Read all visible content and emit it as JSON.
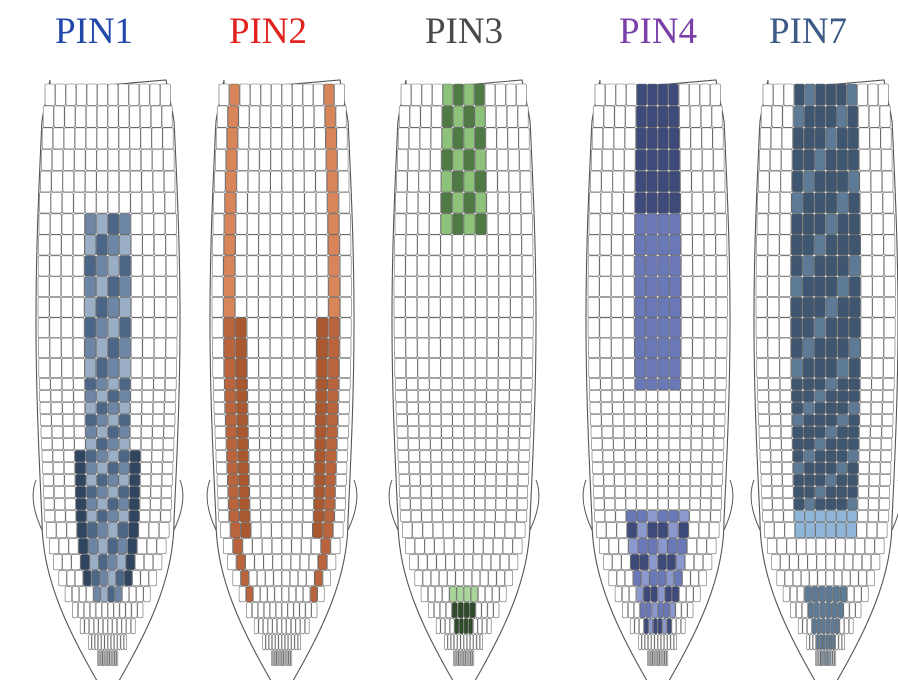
{
  "panels": [
    {
      "id": "pin1",
      "label": "PIN1",
      "label_color": "#2147a8",
      "fill_colors": [
        "#4c6688",
        "#6d86a6",
        "#9aaec6",
        "#2f4560"
      ]
    },
    {
      "id": "pin2",
      "label": "PIN2",
      "label_color": "#e0231e",
      "fill_colors": [
        "#d9855a",
        "#b9643d",
        "#c47348",
        "#a9582f"
      ]
    },
    {
      "id": "pin3",
      "label": "PIN3",
      "label_color": "#4a4a4a",
      "fill_colors": [
        "#8cc27a",
        "#4f7a44",
        "#a9d49a",
        "#2f4a28"
      ]
    },
    {
      "id": "pin4",
      "label": "PIN4",
      "label_color": "#7b3fa8",
      "fill_colors": [
        "#3d4a7a",
        "#6a78b8",
        "#8c99cf",
        "#2b3558"
      ]
    },
    {
      "id": "pin7",
      "label": "PIN7",
      "label_color": "#3b5a86",
      "fill_colors": [
        "#3e5670",
        "#5d7a96",
        "#8fb6d8",
        "#263a4e"
      ]
    }
  ]
}
